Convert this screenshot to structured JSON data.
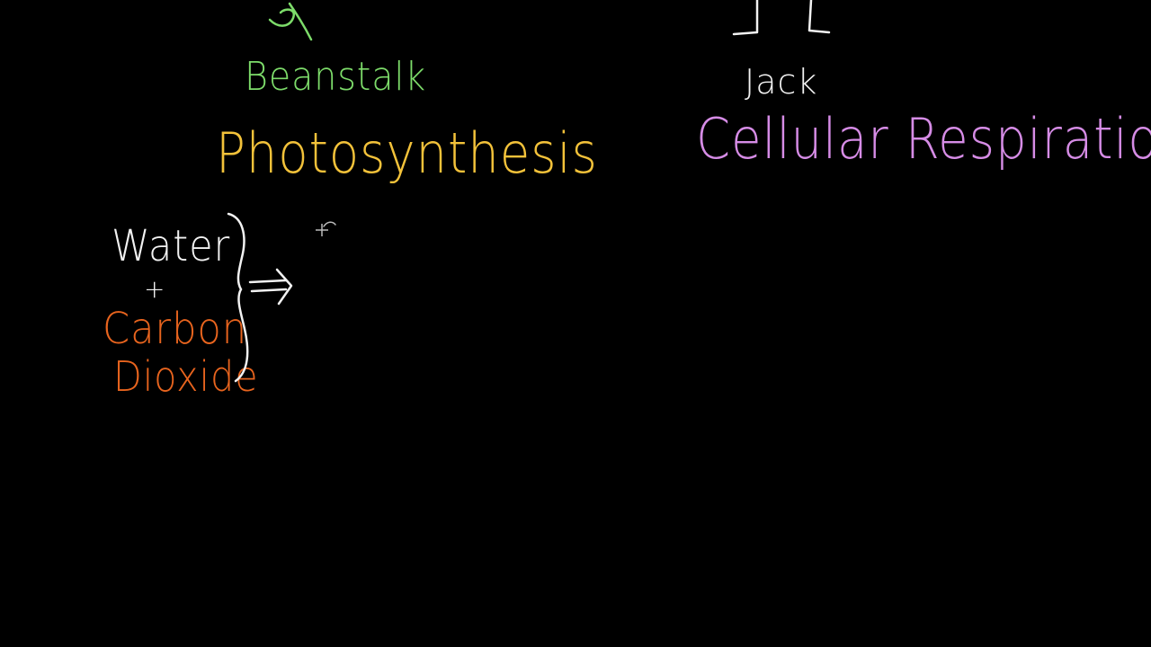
{
  "board": {
    "background": "#000000",
    "labels": {
      "beanstalk": "Beanstalk",
      "jack": "Jack",
      "photosynthesis": "Photosynthesis",
      "cellular_respiration": "Cellular Respiration",
      "water": "Water",
      "plus": "+",
      "carbon": "Carbon",
      "dioxide": "Dioxide"
    },
    "colors": {
      "beanstalk": "#7ddc6a",
      "jack": "#f2f2f2",
      "photosynthesis": "#f3c23a",
      "cellular_respiration": "#d68ce6",
      "water": "#f2f2f2",
      "carbon_dioxide": "#e8641e"
    },
    "drawings": {
      "top_left": "beanstalk-leaf-sketch",
      "top_right": "jack-feet-sketch",
      "connector": "curly-brace",
      "arrow": "double-arrow-icon",
      "cursor": "pen-cursor-icon"
    }
  }
}
